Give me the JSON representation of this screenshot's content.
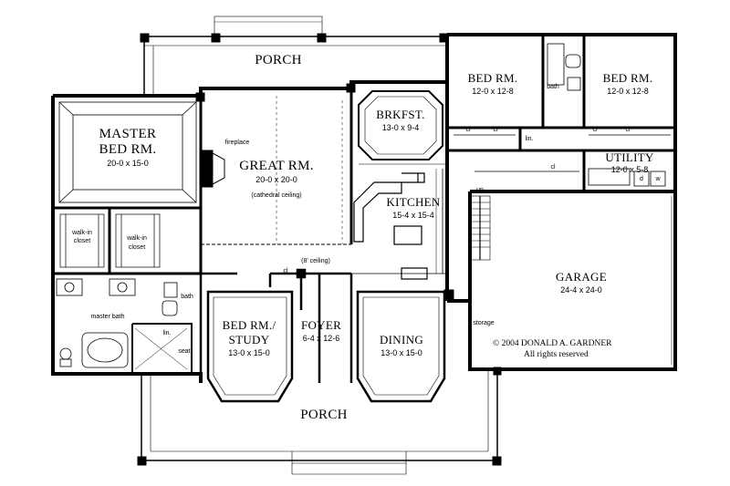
{
  "rooms": {
    "porch_top": {
      "name": "PORCH"
    },
    "porch_bottom": {
      "name": "PORCH"
    },
    "master_bed": {
      "name_line1": "MASTER",
      "name_line2": "BED RM.",
      "dim": "20-0 x 15-0"
    },
    "great_room": {
      "name": "GREAT RM.",
      "dim": "20-0 x 20-0",
      "note": "(cathedral ceiling)",
      "fireplace": "fireplace"
    },
    "breakfast": {
      "name": "BRKFST.",
      "dim": "13-0 x 9-4"
    },
    "kitchen": {
      "name": "KITCHEN",
      "dim": "15-4 x 15-4"
    },
    "bed_left": {
      "name": "BED RM.",
      "dim": "12-0 x 12-8"
    },
    "bed_right": {
      "name": "BED RM.",
      "dim": "12-0 x 12-8"
    },
    "utility": {
      "name": "UTILITY",
      "dim": "12-0 x 5-8"
    },
    "garage": {
      "name": "GARAGE",
      "dim": "24-4 x 24-0"
    },
    "bed_study": {
      "name_line1": "BED RM./",
      "name_line2": "STUDY",
      "dim": "13-0 x 15-0"
    },
    "foyer": {
      "name": "FOYER",
      "dim": "6-4 x 12-6"
    },
    "dining": {
      "name": "DINING",
      "dim": "13-0 x 15-0"
    },
    "closet_1": {
      "line1": "walk-in",
      "line2": "closet"
    },
    "closet_2": {
      "line1": "walk-in",
      "line2": "closet"
    }
  },
  "small_labels": {
    "bath_top": "bath",
    "bath_mid": "bath",
    "master_bath": "master bath",
    "lin_top": "lin.",
    "lin_bottom": "lin.",
    "storage": "storage",
    "up": "up",
    "ceiling_8": "(8' ceiling)",
    "seat": "seat",
    "cl": "cl",
    "d": "d",
    "w": "w"
  },
  "copyright": {
    "line1": "© 2004 DONALD A. GARDNER",
    "line2": "All rights reserved"
  }
}
